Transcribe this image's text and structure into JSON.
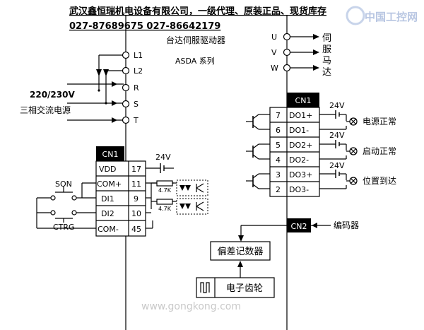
{
  "header": {
    "line1": "武汉鑫恒瑞机电设备有限公司，一级代理、原装正品、现货库存",
    "line2": "027-87689675   027-86642179",
    "watermark_logo": "中国工控网",
    "watermark_url": "www.gongkong.com"
  },
  "drive": {
    "title": "台达伺服驱动器",
    "series": "ASDA 系列"
  },
  "power": {
    "terminals": [
      "L1",
      "L2",
      "R",
      "S",
      "T"
    ],
    "voltage": "220/230V",
    "label": "三相交流电源"
  },
  "motor": {
    "terminals": [
      "U",
      "V",
      "W"
    ],
    "label_chars": [
      "伺",
      "服",
      "马",
      "达"
    ]
  },
  "cn1_input": {
    "title": "CN1",
    "rows": [
      {
        "name": "VDD",
        "pin": "17"
      },
      {
        "name": "COM+",
        "pin": "11"
      },
      {
        "name": "DI1",
        "pin": "9"
      },
      {
        "name": "DI2",
        "pin": "10"
      },
      {
        "name": "COM-",
        "pin": "45"
      }
    ],
    "supply": "24V",
    "resistor1": "4.7K",
    "resistor2": "4.7K",
    "switch_son": "SON",
    "switch_ctrg": "CTRG"
  },
  "cn1_output": {
    "title": "CN1",
    "rows": [
      {
        "pin": "7",
        "name": "DO1+"
      },
      {
        "pin": "6",
        "name": "DO1-"
      },
      {
        "pin": "5",
        "name": "DO2+"
      },
      {
        "pin": "4",
        "name": "DO2-"
      },
      {
        "pin": "3",
        "name": "DO3+"
      },
      {
        "pin": "2",
        "name": "DO3-"
      }
    ],
    "supply1": "24V",
    "supply2": "24V",
    "supply3": "24V",
    "lamp1": "电源正常",
    "lamp2": "启动正常",
    "lamp3": "位置到达"
  },
  "cn2": {
    "title": "CN2",
    "encoder": "编码器"
  },
  "blocks": {
    "deviation_counter": "偏差记数器",
    "electronic_gear": "电子齿轮"
  }
}
